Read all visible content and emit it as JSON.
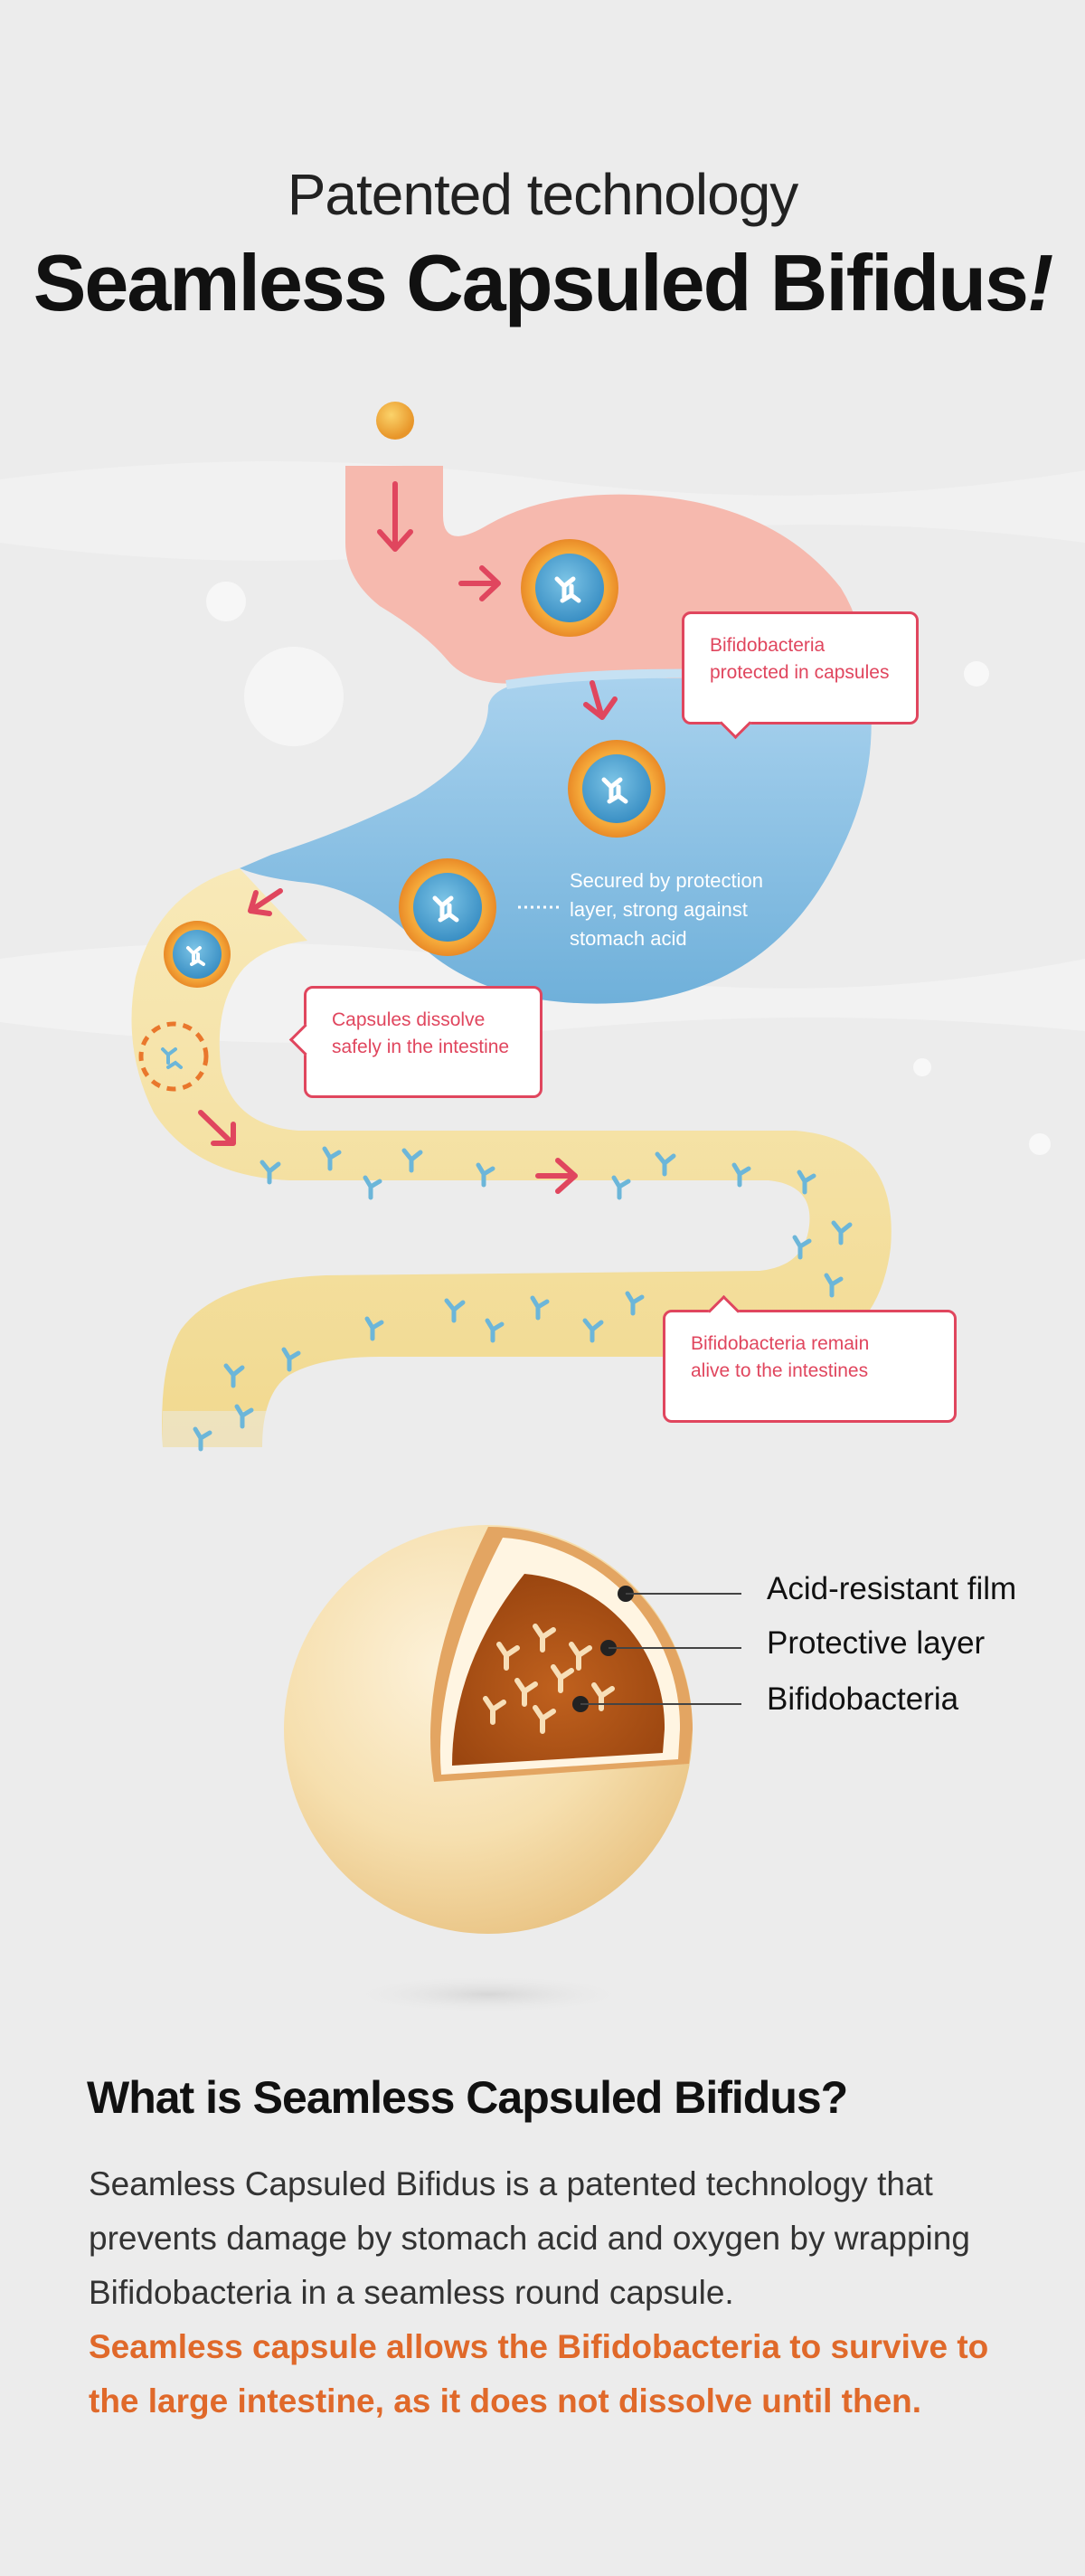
{
  "header": {
    "subtitle": "Patented technology",
    "title": "Seamless Capsuled Bifidus",
    "title_mark": "!"
  },
  "callouts": {
    "protected": [
      "Bifidobacteria",
      "protected in capsules"
    ],
    "secured": [
      "Secured by protection",
      "layer, strong against",
      "stomach acid"
    ],
    "dissolve": [
      "Capsules dissolve",
      "safely in the intestine"
    ],
    "alive": [
      "Bifidobacteria remain",
      "alive to the intestines"
    ]
  },
  "capsule_legend": {
    "film": "Acid-resistant film",
    "layer": "Protective layer",
    "bacteria": "Bifidobacteria"
  },
  "section": {
    "title": "What is Seamless Capsuled Bifidus?",
    "body": "Seamless Capsuled Bifidus is a patented technology that prevents damage by stomach acid and oxygen by wrapping Bifidobacteria in a seamless round capsule.",
    "highlight": "Seamless capsule allows the Bifidobacteria to survive to the large intestine, as it does not dissolve until then."
  },
  "colors": {
    "accent_red": "#e0465e",
    "accent_orange": "#e0692a",
    "stomach_pink": "#f6b9ae",
    "stomach_blue": "#7fb7de",
    "intestine_yellow": "#f5e3a8",
    "bacteria_blue": "#6cb6d9"
  }
}
